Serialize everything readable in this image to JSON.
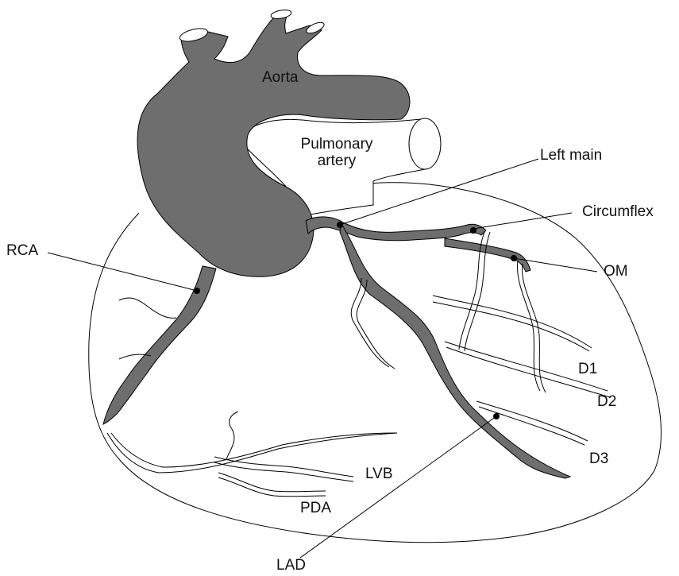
{
  "labels": {
    "aorta": "Aorta",
    "pulmonary_line1": "Pulmonary",
    "pulmonary_line2": "artery",
    "left_main": "Left main",
    "circumflex": "Circumflex",
    "rca": "RCA",
    "om": "OM",
    "d1": "D1",
    "d2": "D2",
    "d3": "D3",
    "lvb": "LVB",
    "pda": "PDA",
    "lad": "LAD"
  },
  "colors": {
    "vessel_fill": "#6e6e6e",
    "outline": "#000000",
    "background": "#ffffff"
  }
}
